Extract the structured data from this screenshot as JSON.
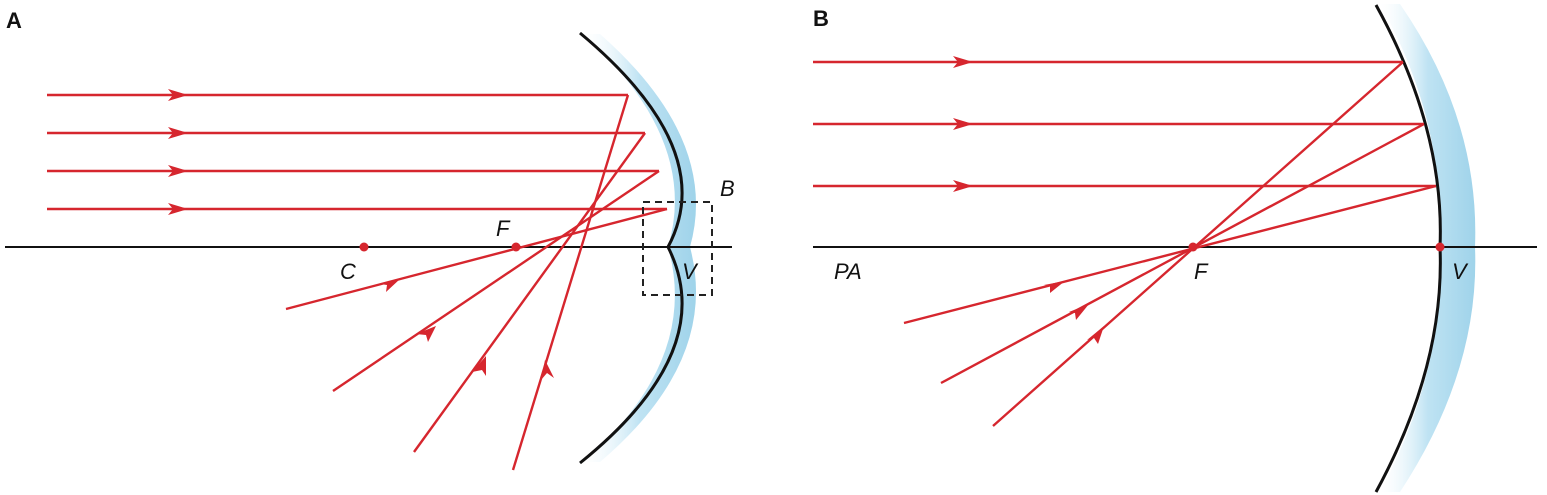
{
  "panels": [
    {
      "id": "A",
      "label": "A",
      "points": {
        "C": "C",
        "F": "F",
        "V": "V",
        "B": "B"
      }
    },
    {
      "id": "B",
      "label": "B",
      "points": {
        "PA": "PA",
        "F": "F",
        "V": "V"
      }
    }
  ],
  "colors": {
    "ray": "#d6262e",
    "axis": "#111111",
    "mirror_glass": "#bfe3f3"
  }
}
